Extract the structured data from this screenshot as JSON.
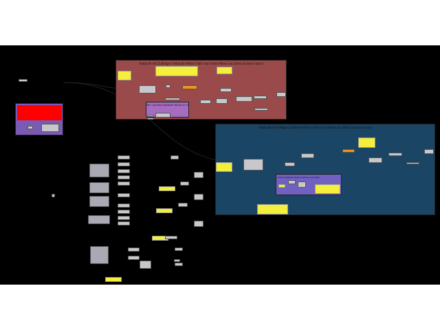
{
  "colors": {
    "canvas": "#000000",
    "red_group": "#9a4a4a",
    "blue_group": "#1b4564",
    "purple_group": "#7a5ab4",
    "warning_group": "#ff0000",
    "panel": "#f4ee3c"
  },
  "groups": {
    "random_heights": {
      "title": "Gebäude mit Zufälligen Gebäude Höhen (Falls man keine Höhen aus Datei auslesen kann)"
    },
    "min_max": {
      "title": "Min und Max Gebäude Höhen in m"
    },
    "real_heights": {
      "title": "Gebäude mitrichtigen Gebäude Höhen (Falls man Höhen aus Datei auslesen kann)"
    },
    "read_file": {
      "title": "Echte Gebäude Höhe auslesen aus Datei"
    }
  }
}
